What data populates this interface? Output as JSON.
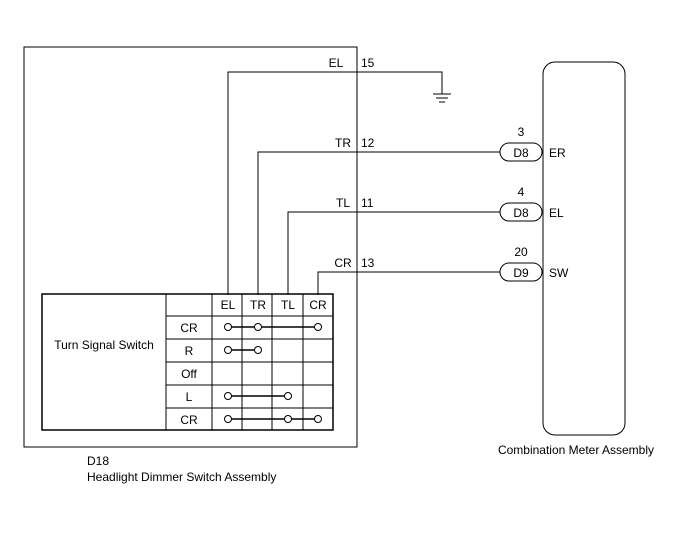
{
  "switch_assembly": {
    "connector": "D18",
    "name": "Headlight Dimmer Switch Assembly",
    "pins": [
      {
        "signal": "EL",
        "number": "15"
      },
      {
        "signal": "TR",
        "number": "12"
      },
      {
        "signal": "TL",
        "number": "11"
      },
      {
        "signal": "CR",
        "number": "13"
      }
    ]
  },
  "turn_signal_table": {
    "title": "Turn Signal Switch",
    "columns": [
      "EL",
      "TR",
      "TL",
      "CR"
    ],
    "rows": [
      {
        "label": "CR",
        "connected": [
          "EL",
          "TR",
          "CR"
        ]
      },
      {
        "label": "R",
        "connected": [
          "EL",
          "TR"
        ]
      },
      {
        "label": "Off",
        "connected": []
      },
      {
        "label": "L",
        "connected": [
          "EL",
          "TL"
        ]
      },
      {
        "label": "CR",
        "connected": [
          "EL",
          "TL",
          "CR"
        ]
      }
    ]
  },
  "meter": {
    "name": "Combination Meter Assembly",
    "terminals": [
      {
        "pin": "3",
        "connector": "D8",
        "signal": "ER"
      },
      {
        "pin": "4",
        "connector": "D8",
        "signal": "EL"
      },
      {
        "pin": "20",
        "connector": "D9",
        "signal": "SW"
      }
    ]
  },
  "icons": {
    "ground": "ground-icon"
  }
}
